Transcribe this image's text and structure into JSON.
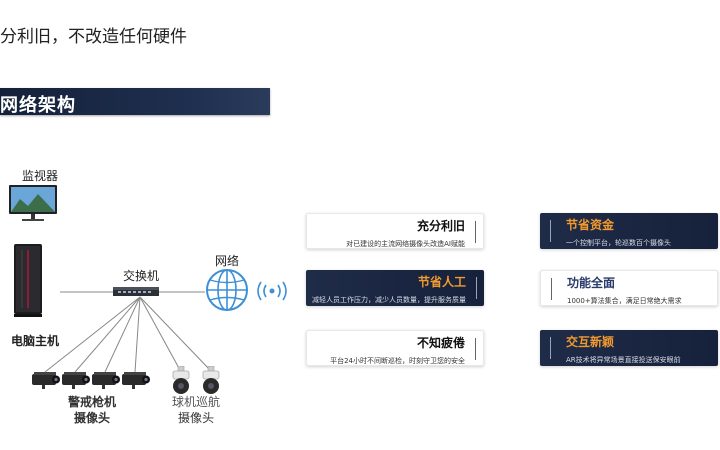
{
  "header": {
    "top_text": "分利旧，不改造任何硬件",
    "banner_title": "网络架构"
  },
  "diagram": {
    "monitor_label": "监视器",
    "computer_label": "电脑主机",
    "switch_label": "交换机",
    "network_label": "网络",
    "bullet_cam_label_line1": "警戒枪机",
    "bullet_cam_label_line2": "摄像头",
    "dome_cam_label_line1": "球机巡航",
    "dome_cam_label_line2": "摄像头"
  },
  "features": [
    {
      "title": "充分利旧",
      "desc": "对已建设的主流网络摄像头改造AI赋能",
      "style": "light"
    },
    {
      "title": "节省人工",
      "desc": "减轻人员工作压力，减少人员数量，提升服务质量",
      "style": "dark"
    },
    {
      "title": "不知疲倦",
      "desc": "平台24小时不间断巡检，时刻守卫您的安全",
      "style": "light"
    },
    {
      "title": "节省资金",
      "desc": "一个控制平台，轮巡数百个摄像头",
      "style": "dark"
    },
    {
      "title": "功能全面",
      "desc": "1000+算法集合，满足日常绝大需求",
      "style": "light"
    },
    {
      "title": "交互新颖",
      "desc": "AR技术将异常场景直接投送保安眼前",
      "style": "dark"
    }
  ],
  "colors": {
    "banner": "#1a2946",
    "accent_orange": "#f29a2e",
    "card_dark": "#1b2741",
    "globe_blue": "#3d8fd6"
  }
}
